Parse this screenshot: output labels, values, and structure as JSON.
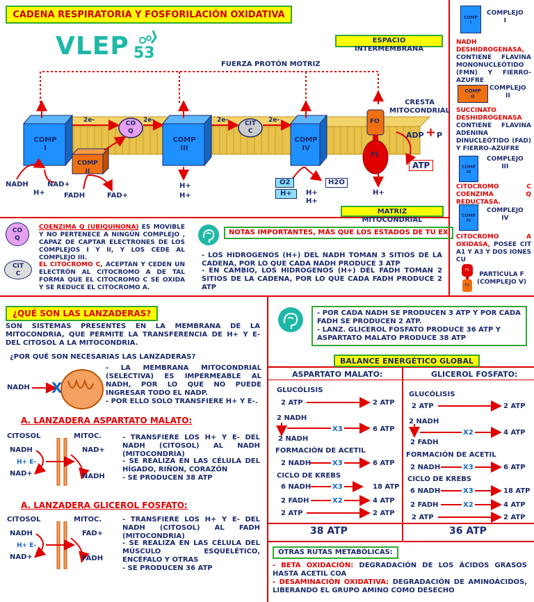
{
  "title": "CADENA RESPIRATORIA Y FOSFORILACIÓN OXIDATIVA",
  "logo": {
    "text": "VLEP",
    "num": "53"
  },
  "top": {
    "espacio": "ESPACIO INTERMEMBRANA",
    "fuerza": "FUERZA PROTÓN MOTRIZ",
    "matriz": "MATRIZ MITOCONDRIAL",
    "cresta": "CRESTA\nMITOCONDRIAL",
    "comp1": "COMP\nI",
    "comp2": "COMP\nII",
    "comp3": "COMP\nIII",
    "comp4": "COMP\nIV",
    "coq": "CO\nQ",
    "citc": "CIT\nC",
    "e1": "2e-",
    "e2": "2e-",
    "e3": "2e-",
    "e4": "2e-",
    "nadh": "NADH",
    "nadp": "NAD+",
    "hp1": "H+",
    "fadh": "FADH",
    "fadp": "FAD+",
    "hp3a": "H+",
    "hp3b": "H+",
    "o2": "O2",
    "hp4": "H+",
    "h2o": "H2O",
    "hp4b": "H+",
    "hp4c": "H+",
    "hp5": "H+",
    "adp": "ADP",
    "plus": "+",
    "p": "P",
    "atp": "ATP",
    "fo": "FO",
    "f1": "F1"
  },
  "legend": {
    "c1": {
      "box": "COMP\nI",
      "title": "COMPLEJO\nI",
      "red": "NADH DESHIDROGENASA,",
      "black": "CONTIENE FLAVINA MONONUCLEÓTIDO (FMN) Y FIERRO-AZUFRE"
    },
    "c2": {
      "box": "COMP\nII",
      "title": "COMPLEJO\nII",
      "red": "SUCCINATO DESHIDROGENASA",
      "black": "CONTIENE FLAVINA ADENINA DINUCLEÓTIDO (FAD) Y FIERRO-AZUFRE"
    },
    "c3": {
      "box": "COMP\nIII",
      "title": "COMPLEJO\nIII",
      "red": "CITOCROMO C COENZIMA Q REDUCTASA.",
      "black": ""
    },
    "c4": {
      "box": "COMP\nIV",
      "title": "COMPLEJO\nIV",
      "red": "CITOCROMO A OXIDASA,",
      "black": "POSEE CIT A1 Y A3 Y DOS IONES CU"
    },
    "c5": {
      "f1": "F1",
      "fo": "FO",
      "title": "PARTÍCULA F\n(COMPLEJO V)"
    }
  },
  "notes": {
    "coq_label": "CO\nQ",
    "coq_red": "COENZIMA Q (UBIQUINONA)",
    "coq_text": " ES MOVIBLE Y NO PERTENECE A NINGÚN COMPLEJO , CAPAZ DE CAPTAR ELECTRONES DE LOS COMPLEJOS I Y II, Y LOS CEDE AL COMPLEJO III.",
    "cit_label": "CIT\nC",
    "cit_red": "EL CITOCROMO C,",
    "cit_text": " ACEPTAN Y CEDEN UN ELECTRÓN AL CITOCROMO A DE TAL FORMA QUE EL CITOCROMO C SE OXIDA Y SE REDUCE EL CITOCROMO A.",
    "important_title": "NOTAS IMPORTANTES, MÁS QUE LOS ESTADOS DE TU EX",
    "important_1": "- LOS HIDROGENOS (H+) DEL NADH TOMAN 3 SITIOS DE LA CADENA, POR LO QUE CADA NADH PRODUCE 3 ATP",
    "important_2": "- EN CAMBIO, LOS HIDROGENOS (H+) DEL FADH TOMAN 2 SITIOS DE LA CADENA, POR LO QUE CADA FADH PRODUCE 2 ATP"
  },
  "lanz": {
    "q_title": "¿QUÉ SON LAS LANZADERAS?",
    "q_text": "SON SISTEMAS PRESENTES EN LA MEMBRANA DE LA MITOCONDRIA, QUE PERMITE LA TRANSFERENCIA DE H+ Y E- DEL CITOSOL A LA MITOCONDRIA.",
    "why_title": "¿POR QUÉ SON NECESARIAS LAS LANZADERAS?",
    "why_nadh": "NADH",
    "why_x": "X",
    "why_text1": "- LA MEMBRANA MITOCONDRIAL (SELECTIVA) ES IMPERMEABLE AL NADH, POR LO QUE NO PUEDE INGRESAR TODO EL NADP.",
    "why_text2": "- POR ELLO SOLO TRANSFIERE H+ Y E-.",
    "a_title": "A. LANZADERA ASPARTATO MALATO:",
    "a_citosol": "CITOSOL",
    "a_mitoc": "MITOC.",
    "a_nadh": "NADH",
    "a_he": "H+ E-",
    "a_nadp": "NAD+",
    "a_nadp2": "NAD+",
    "a_nadh2": "NADH",
    "a_t1": "- TRANSFIERE LOS H+ Y E- DEL NADH (CITOSOL) AL NADH (MITOCONDRIA)",
    "a_t2": "- SE REALIZA EN LAS CÉLULA DEL HÍGADO, RIÑON, CORAZÓN",
    "a_t3": "- SE PRODUCEN 38 ATP",
    "g_title": "A. LANZADERA GLICEROL FOSFATO:",
    "g_citosol": "CITOSOL",
    "g_mitoc": "MITOC.",
    "g_nadh": "NADH",
    "g_he": "H+ E-",
    "g_nadp": "NAD+",
    "g_fadp": "FAD+",
    "g_fadh": "FADH",
    "g_t1": "- TRANSFIERE LOS H+ Y E- DEL NADH (CITOSOL) AL FADH (MITOCONDRIA)",
    "g_t2": "- SE REALIZA EN LAS CÉLULA DEL MÚSCULO ESQUELÉTICO, ENCÉFALO Y OTRAS",
    "g_t3": "- SE PRODUCEN 36 ATP"
  },
  "balance": {
    "note": "- POR CADA NADH SE PRODUCEN 3 ATP Y POR CADA FADH SE PRODUCEN 2 ATP.\n- LANZ. GLICEROL FOSFATO PRODUCE 36 ATP Y ASPARTATO MALATO PRODUCE 38 ATP",
    "title": "BALANCE ENERGÉTICO GLOBAL",
    "left": {
      "head": "ASPARTATO MALATO:",
      "glu": "GLUCÓLISIS",
      "g1a": "2 ATP",
      "g1b": "2 ATP",
      "g2a": "2 NADH",
      "g2b": "2 NADH",
      "g2x": "X3",
      "g2c": "6 ATP",
      "acet": "FORMACIÓN DE ACETIL",
      "a1": "2 NADH",
      "ax": "X3",
      "a2": "6 ATP",
      "krebs": "CICLO DE KREBS",
      "k1": "6 NADH",
      "k1x": "X3",
      "k1r": "18 ATP",
      "k2": "2 FADH",
      "k2x": "X2",
      "k2r": "4 ATP",
      "k3": "2 ATP",
      "k3r": "2 ATP",
      "total": "38 ATP"
    },
    "right": {
      "head": "GLICEROL FOSFATO:",
      "glu": "GLUCÓLISIS",
      "g1a": "2 ATP",
      "g1b": "2 ATP",
      "g2a": "2 NADH",
      "g2b": "2 FADH",
      "g2x": "X2",
      "g2c": "4 ATP",
      "acet": "FORMACIÓN DE ACETIL",
      "a1": "2 NADH",
      "ax": "X3",
      "a2": "6 ATP",
      "krebs": "CICLO DE KREBS",
      "k1": "6 NADH",
      "k1x": "X3",
      "k1r": "18 ATP",
      "k2": "2 FADH",
      "k2x": "X2",
      "k2r": "4 ATP",
      "k3": "2 ATP",
      "k3r": "2 ATP",
      "total": "36 ATP"
    },
    "other_title": "OTRAS RUTAS METABÓLICAS:",
    "beta_red": "- BETA OXIDACIÓN:",
    "beta": " DEGRADACIÓN DE LOS ÁCIDOS GRASOS HASTA ACETIL COA",
    "desam_red": "- DESAMINACIÓN OXIDATIVA:",
    "desam": " DEGRADACIÓN DE AMINOÁCIDOS, LIBERANDO EL GRUPO AMINO COMO DESECHO"
  },
  "colors": {
    "navy": "#1a2a6e",
    "red": "#e00000",
    "yellow": "#ffff00",
    "green": "#2fa830",
    "blue": "#1e90ff",
    "orange": "#f07010",
    "membrane": "#e8c24a"
  }
}
